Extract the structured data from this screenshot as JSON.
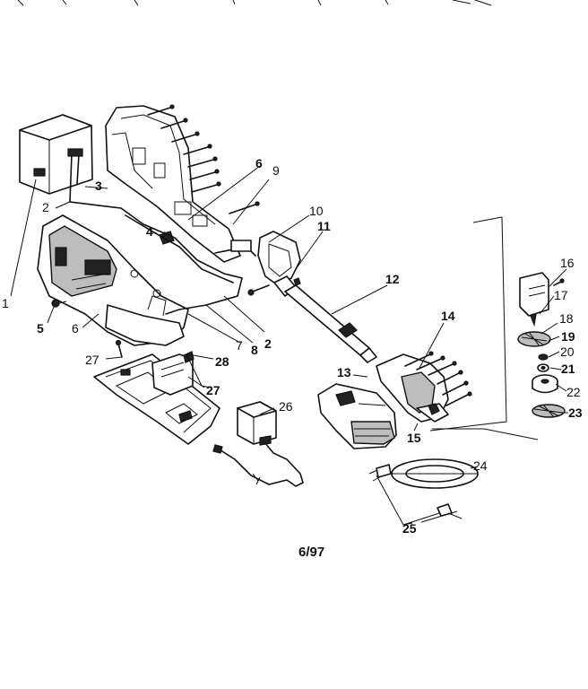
{
  "callouts": [
    {
      "id": "1",
      "text": "1"
    },
    {
      "id": "2a",
      "text": "2"
    },
    {
      "id": "2b",
      "text": "2"
    },
    {
      "id": "3",
      "text": "3"
    },
    {
      "id": "4",
      "text": "4"
    },
    {
      "id": "5",
      "text": "5"
    },
    {
      "id": "6a",
      "text": "6"
    },
    {
      "id": "6b",
      "text": "6"
    },
    {
      "id": "7",
      "text": "7"
    },
    {
      "id": "8",
      "text": "8"
    },
    {
      "id": "9",
      "text": "9"
    },
    {
      "id": "10",
      "text": "10"
    },
    {
      "id": "11",
      "text": "11"
    },
    {
      "id": "12",
      "text": "12"
    },
    {
      "id": "13",
      "text": "13"
    },
    {
      "id": "14",
      "text": "14"
    },
    {
      "id": "15",
      "text": "15"
    },
    {
      "id": "16",
      "text": "16"
    },
    {
      "id": "17",
      "text": "17"
    },
    {
      "id": "18",
      "text": "18"
    },
    {
      "id": "19",
      "text": "19"
    },
    {
      "id": "20",
      "text": "20"
    },
    {
      "id": "21",
      "text": "21"
    },
    {
      "id": "22",
      "text": "22"
    },
    {
      "id": "23",
      "text": "23"
    },
    {
      "id": "24",
      "text": "24"
    },
    {
      "id": "25",
      "text": "25"
    },
    {
      "id": "26",
      "text": "26"
    },
    {
      "id": "27a",
      "text": "27"
    },
    {
      "id": "27b",
      "text": "27"
    },
    {
      "id": "28",
      "text": "28"
    }
  ],
  "footer": {
    "date_code": "6/97"
  }
}
